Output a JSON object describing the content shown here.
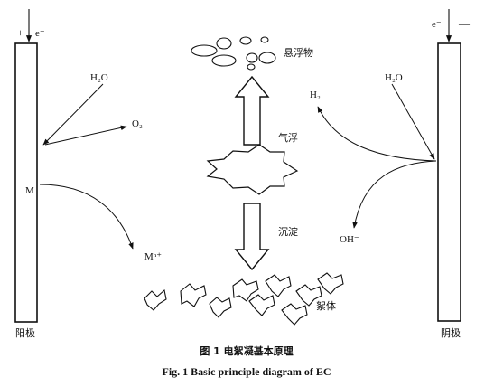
{
  "diagram": {
    "anode": {
      "plus_sign": "+",
      "electron": "e⁻",
      "name": "阳极",
      "metal": "M",
      "water": "H₂O",
      "oxygen": "O₂",
      "ion": "Mⁿ⁺"
    },
    "cathode": {
      "electron": "e⁻",
      "minus_sign": "—",
      "name": "阴极",
      "hydrogen": "H₂",
      "water": "H₂O",
      "hydroxide": "OH⁻"
    },
    "center": {
      "flotation_product": "悬浮物",
      "flotation": "气浮",
      "sedimentation": "沉淀",
      "flocs": "絮体"
    },
    "caption": {
      "cn": "图 1    电絮凝基本原理",
      "en": "Fig. 1    Basic principle diagram of EC"
    }
  }
}
